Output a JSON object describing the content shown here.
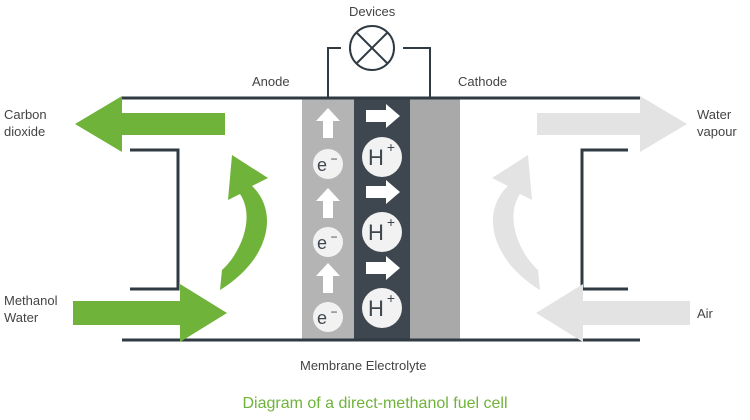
{
  "labels": {
    "devices": "Devices",
    "anode": "Anode",
    "cathode": "Cathode",
    "carbon_dioxide": "Carbon\ndioxide",
    "water_vapour": "Water\nvapour",
    "methanol_water": "Methanol\nWater",
    "air": "Air",
    "membrane": "Membrane Electrolyte"
  },
  "particles": {
    "electron": "e",
    "electron_sup": "−",
    "proton": "H",
    "proton_sup": "+"
  },
  "caption": "Diagram of a direct-methanol fuel cell",
  "colors": {
    "green": "#6fb33a",
    "light_gray": "#e3e3e3",
    "anode": "#b4b4b4",
    "membrane": "#3e474f",
    "cathode": "#a9a9a9",
    "line": "#2f3a42",
    "text": "#444444",
    "caption": "#6fb33a"
  }
}
